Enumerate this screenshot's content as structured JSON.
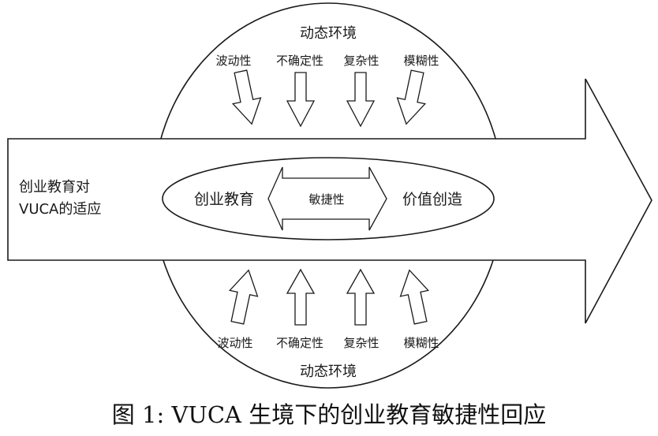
{
  "diagram": {
    "top": {
      "title": "动态环境",
      "factors": [
        "波动性",
        "不确定性",
        "复杂性",
        "模糊性"
      ]
    },
    "bottom": {
      "title": "动态环境",
      "factors": [
        "波动性",
        "不确定性",
        "复杂性",
        "模糊性"
      ]
    },
    "left_label": [
      "创业教育对",
      "VUCA的适应"
    ],
    "center": {
      "left": "创业教育",
      "middle": "敏捷性",
      "right": "价值创造"
    }
  },
  "caption": "图 1: VUCA 生境下的创业教育敏捷性回应"
}
